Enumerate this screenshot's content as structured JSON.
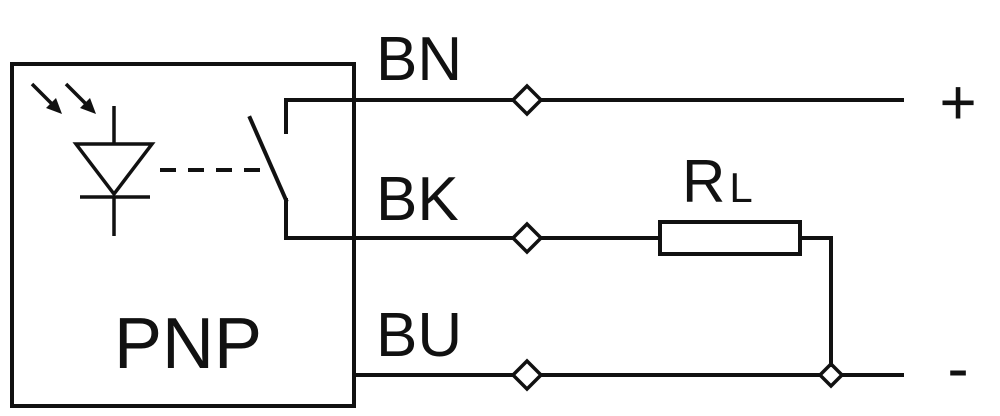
{
  "sensor": {
    "type_label": "PNP"
  },
  "wires": [
    {
      "code": "BN",
      "polarity": "+"
    },
    {
      "code": "BK",
      "polarity": ""
    },
    {
      "code": "BU",
      "polarity": "-"
    }
  ],
  "load": {
    "label_main": "R",
    "label_sub": "L"
  },
  "colors": {
    "ink": "#111111",
    "background": "#ffffff"
  },
  "icons": [
    "photodiode-icon",
    "light-arrows-icon",
    "switch-icon",
    "resistor-icon",
    "terminal-icon"
  ]
}
